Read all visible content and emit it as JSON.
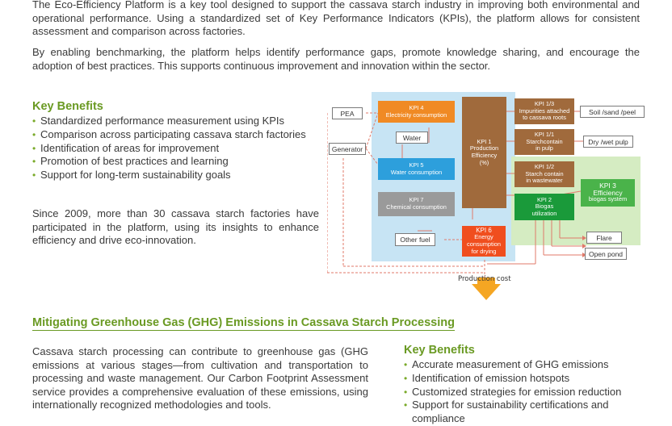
{
  "intro": {
    "p1": "The Eco-Efficiency Platform is a key tool designed to support the cassava starch industry in improving both environmental and operational performance. Using a standardized set of Key Performance Indicators (KPIs), the platform allows for consistent assessment and comparison across factories.",
    "p2": "By enabling benchmarking, the platform helps identify performance gaps, promote knowledge sharing, and encourage the adoption of best practices. This supports continuous improvement and innovation within the sector."
  },
  "benefits1": {
    "title": "Key Benefits",
    "items": [
      "Standardized performance measurement using KPIs",
      "Comparison across participating cassava starch factories",
      "Identification of areas for improvement",
      "Promotion of best practices and learning",
      "Support for long-term sustainability goals"
    ],
    "note": "Since 2009, more than 30 cassava starch factories have participated in the platform, using its insights to enhance efficiency and drive eco-innovation."
  },
  "diagram": {
    "pea": "PEA",
    "generator": "Generator",
    "water": "Water",
    "other_fuel": "Other fuel",
    "kpi4": [
      "KPI 4",
      "Electricity consumption"
    ],
    "kpi5": [
      "KPI 5",
      "Water consumption"
    ],
    "kpi7": [
      "KPI 7",
      "Chemical consumption"
    ],
    "kpi6": [
      "KPI 6",
      "Energy",
      "consumption",
      "for drying"
    ],
    "kpi1": [
      "KPI 1",
      "Production",
      "Efficiency",
      "(%)"
    ],
    "kpi13": [
      "KPI 1/3",
      "Impurities attached",
      "to cassava roots"
    ],
    "kpi11": [
      "KPI 1/1",
      "Starchcontain",
      "in pulp"
    ],
    "kpi12": [
      "KPI 1/2",
      "Starch contain",
      "in wastewater"
    ],
    "kpi2": [
      "KPI 2",
      "Biogas",
      "utilization"
    ],
    "kpi3": [
      "KPI 3",
      "Efficiency",
      "biogas system"
    ],
    "soil": "Soil /sand /peel",
    "pulp": "Dry /wet pulp",
    "flare": "Flare",
    "pond": "Open pond",
    "production_cost": "Production cost"
  },
  "ghg": {
    "title": "Mitigating Greenhouse Gas (GHG) Emissions in Cassava Starch Processing",
    "text": "Cassava starch processing can contribute to greenhouse gas (GHG emissions at various stages—from cultivation and transportation to processing and waste management. Our Carbon Footprint Assessment service provides a comprehensive evaluation of these emissions, using internationally recognized methodologies and tools.",
    "benefits_title": "Key Benefits",
    "benefits": [
      "Accurate measurement of GHG emissions",
      "Identification of emission hotspots",
      "Customized strategies for emission reduction",
      "Support for sustainability certifications and",
      "compliance"
    ]
  },
  "colors": {
    "accent_green": "#6a9a23",
    "kpi_orange": "#f08a24",
    "kpi_blue": "#2d9fdc",
    "kpi_gray": "#9a9a9a",
    "kpi_brown": "#a06a3c",
    "kpi_green": "#1a9a3a",
    "panel_blue": "#c7e4f4",
    "panel_green": "#d5ecc2",
    "arrow_red": "#e07a6a",
    "arrow_yellow": "#f5a623"
  }
}
